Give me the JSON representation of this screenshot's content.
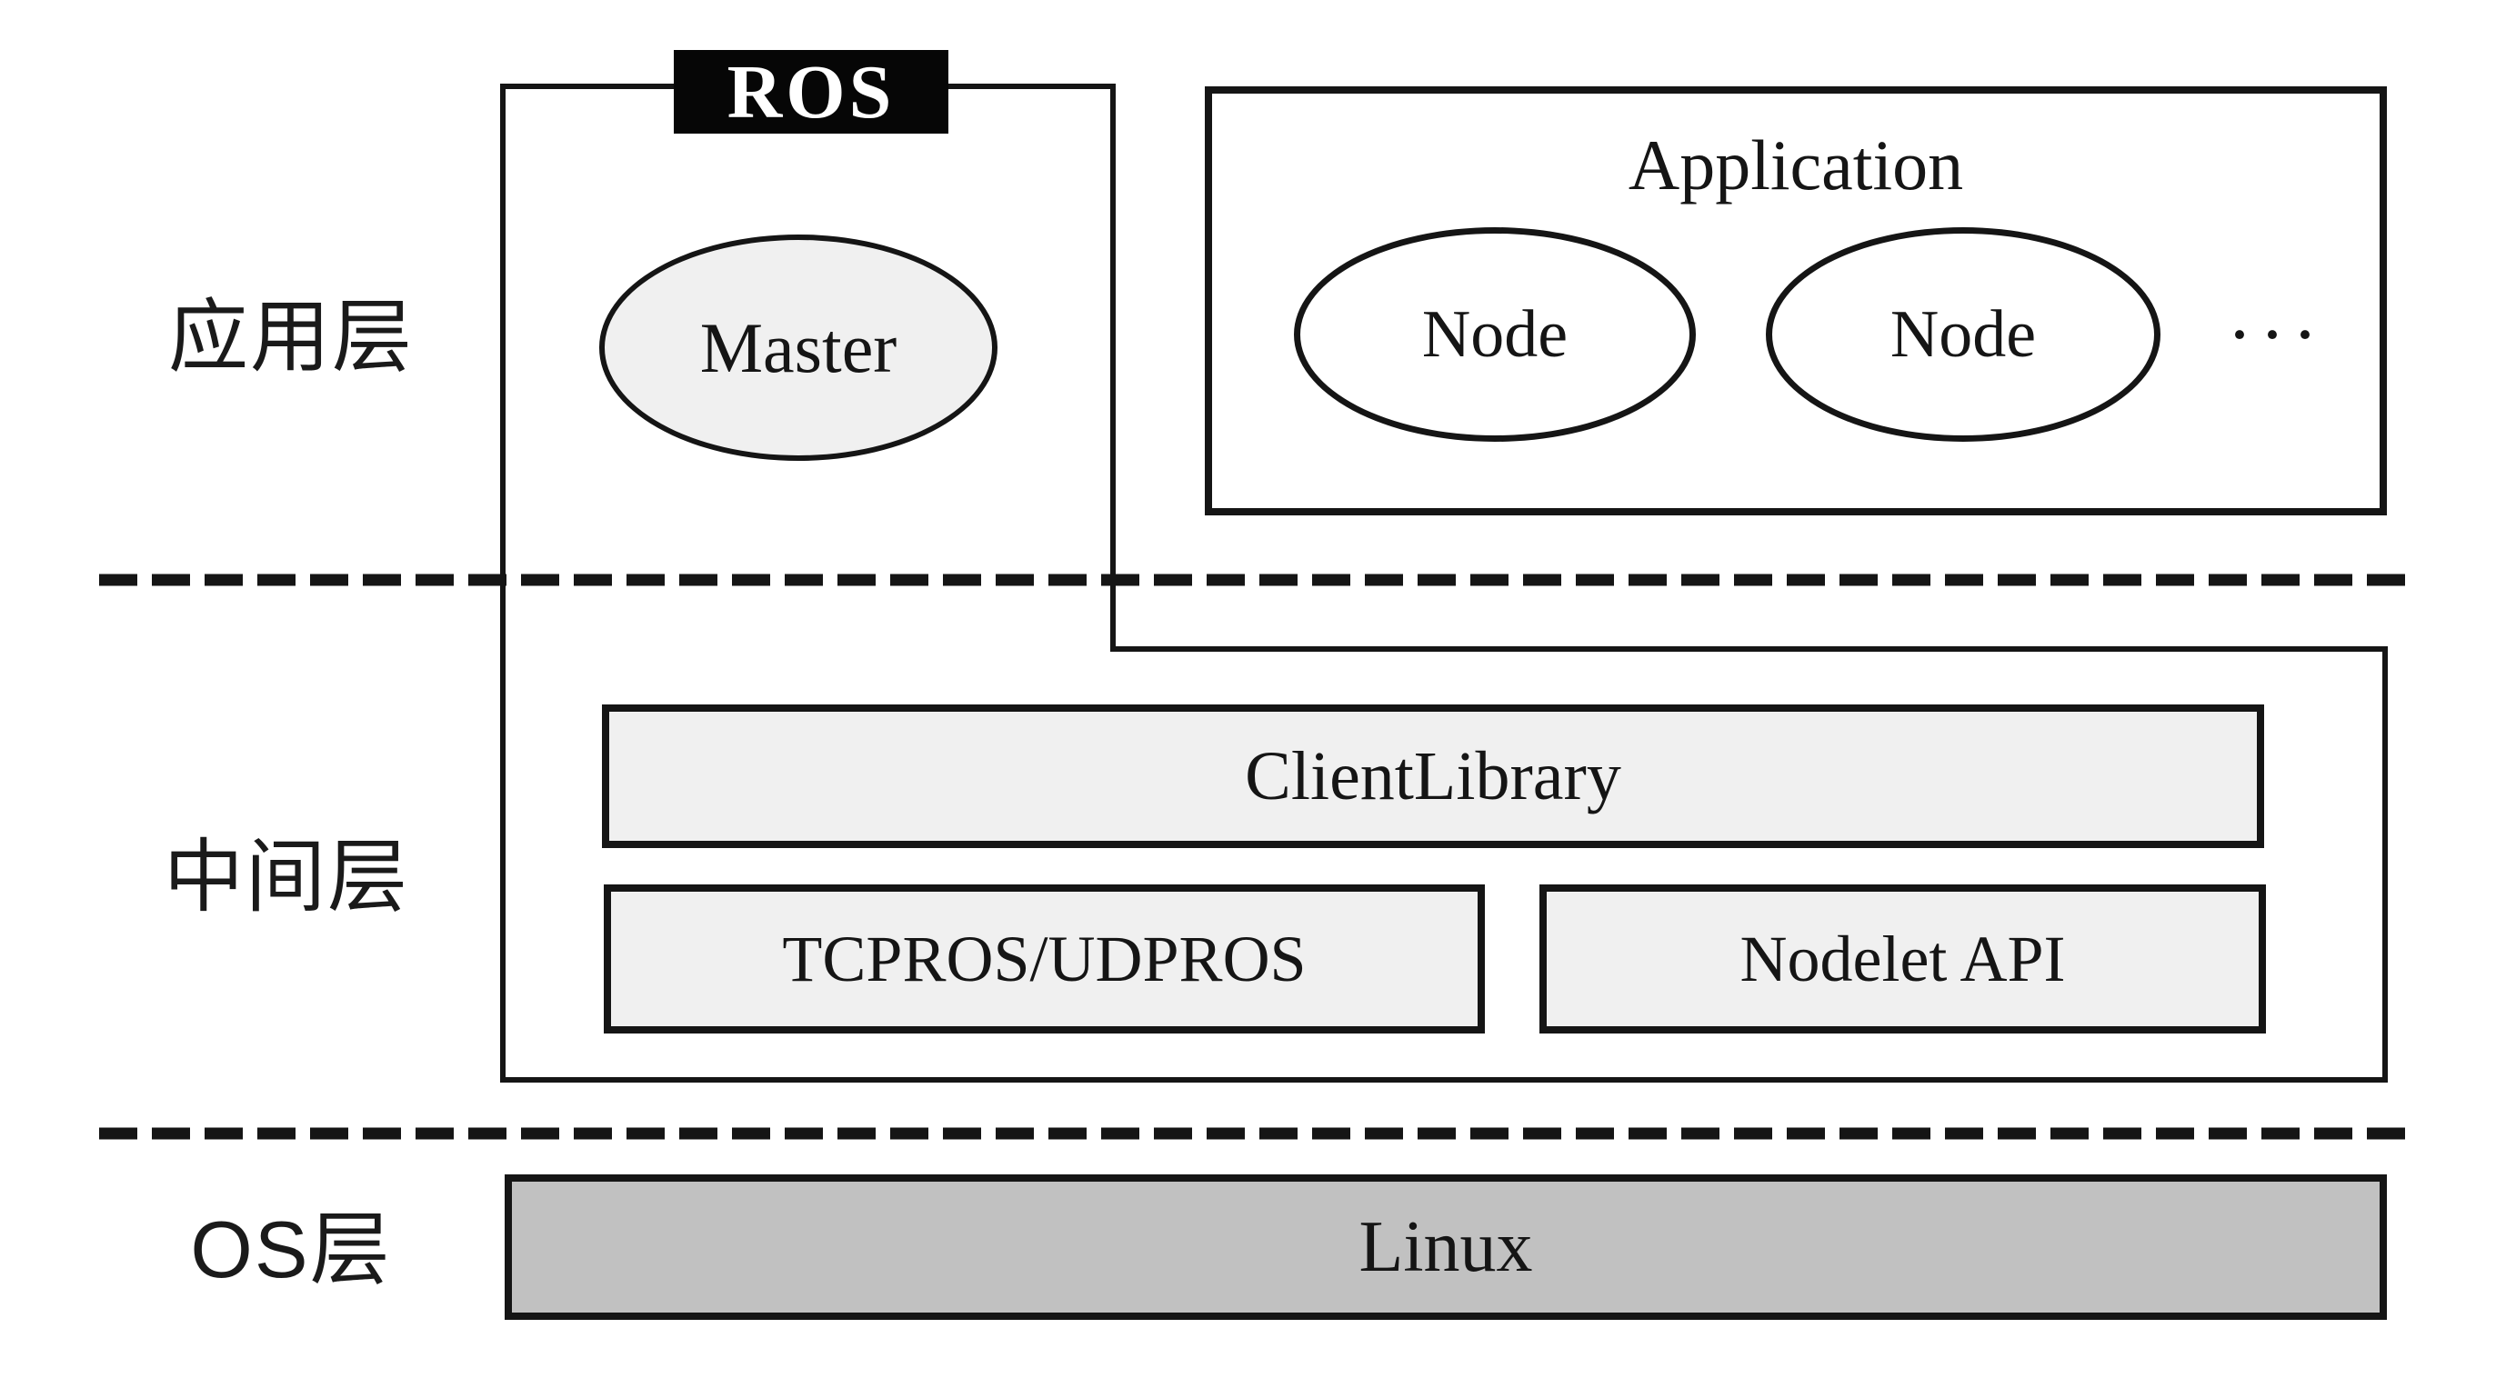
{
  "diagram": {
    "title_tag": "ROS",
    "description": "ROS architecture layer diagram",
    "colors": {
      "line": "#151515",
      "ros_tag_background": "#060606",
      "ros_tag_text": "#ffffff",
      "master_ellipse_fill": "#f0f0f0",
      "middleware_box_fill": "#f0f0f0",
      "linux_box_fill": "#c1c1c1",
      "background": "#ffffff"
    }
  },
  "layers": {
    "application_layer_label": "应用层",
    "middleware_layer_label": "中间层",
    "os_layer_label": "OS层"
  },
  "ros_region": {
    "tag": "ROS",
    "master_label": "Master"
  },
  "application_box": {
    "title": "Application",
    "nodes": [
      "Node",
      "Node"
    ],
    "ellipsis": "···"
  },
  "middleware": {
    "client_library_label": "ClientLibrary",
    "transport_label": "TCPROS/UDPROS",
    "nodelet_api_label": "Nodelet API"
  },
  "os": {
    "linux_label": "Linux"
  }
}
